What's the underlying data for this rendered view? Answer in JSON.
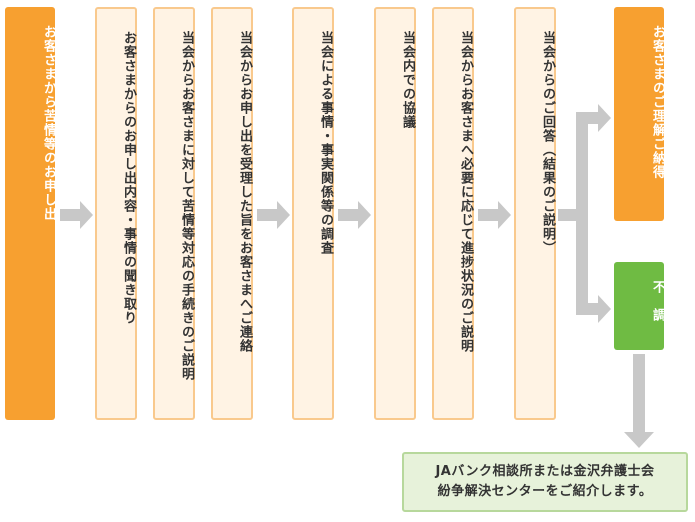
{
  "steps": [
    "お客さまから苦情等のお申し出",
    "お客さまからのお申し出内容・事情の聞き取り",
    "当会からお客さまに対して苦情等対応の手続きのご説明",
    "当会からお申し出を受理した旨をお客さまへご連絡",
    "当会による事情・事実関係等の調査",
    "当会内での協議",
    "当会からお客さまへ必要に応じて進捗状況のご説明",
    "当会からのご回答（結果のご説明）"
  ],
  "outcomes": {
    "understanding": "お客さまのご理解ご納得",
    "unresolved": "不　調"
  },
  "referral": {
    "line1": "JAバンク相談所または金沢弁護士会",
    "line2": "紛争解決センターをご紹介します。"
  },
  "colors": {
    "orange_fill": "#f7a030",
    "pale_fill": "#fff3e4",
    "pale_border": "#f9c98d",
    "green_fill": "#6fbb43",
    "referral_fill": "#e7f2da",
    "arrow_gray": "#c8c8c8"
  }
}
